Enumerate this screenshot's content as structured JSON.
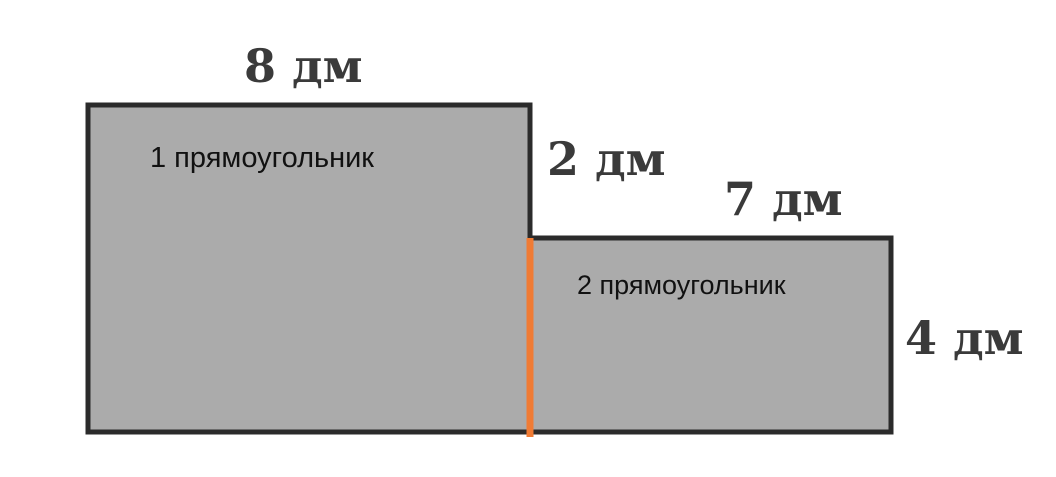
{
  "colors": {
    "fill": "#ababab",
    "outline": "#2b2b2b",
    "divider": "#f07b34",
    "label": "#3a3a3a"
  },
  "labels": {
    "top_width": "8 дм",
    "step_height": "2 дм",
    "lower_width": "7 дм",
    "lower_height": "4 дм"
  },
  "regions": {
    "first": "1 прямоугольник",
    "second": "2 прямоугольник"
  }
}
